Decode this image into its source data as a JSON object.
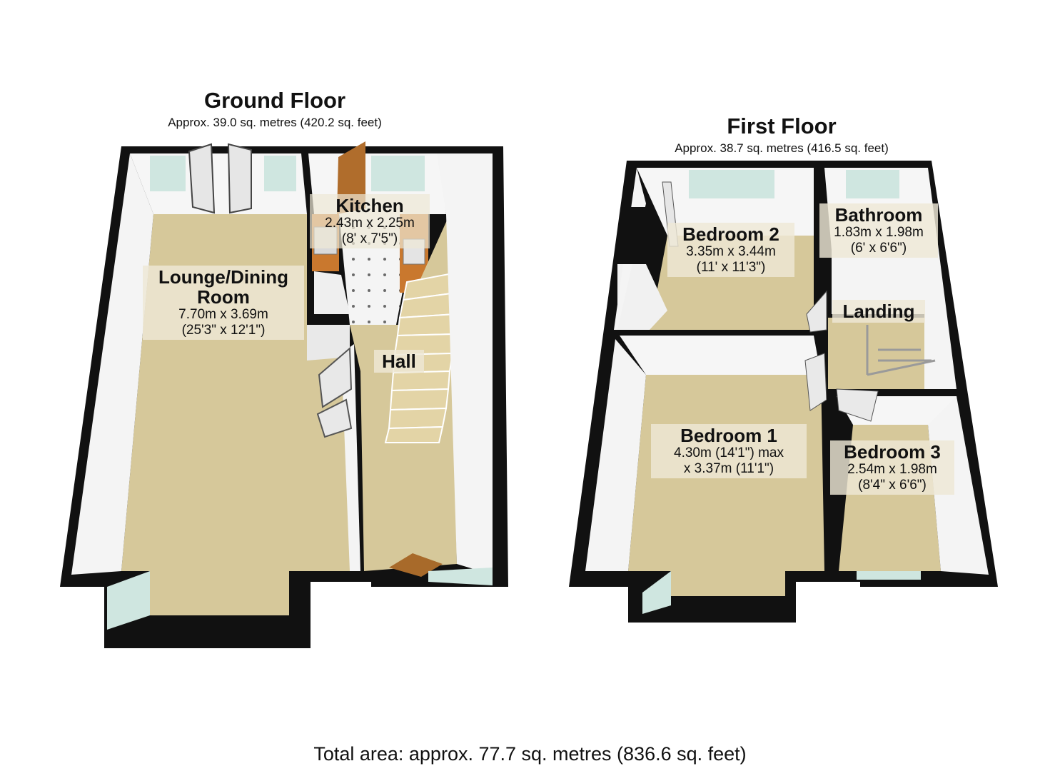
{
  "ground_floor": {
    "title": "Ground Floor",
    "area": "Approx. 39.0 sq. metres (420.2 sq. feet)",
    "rooms": [
      {
        "name": "Lounge/Dining\nRoom",
        "dims": "7.70m x 3.69m",
        "imperial": "(25'3\" x 12'1\")"
      },
      {
        "name": "Kitchen",
        "dims": "2.43m x 2.25m",
        "imperial": "(8' x 7'5\")"
      },
      {
        "name": "Hall",
        "dims": "",
        "imperial": ""
      }
    ]
  },
  "first_floor": {
    "title": "First Floor",
    "area": "Approx. 38.7 sq. metres (416.5 sq. feet)",
    "rooms": [
      {
        "name": "Bedroom 2",
        "dims": "3.35m x 3.44m",
        "imperial": "(11' x 11'3\")"
      },
      {
        "name": "Bathroom",
        "dims": "1.83m x 1.98m",
        "imperial": "(6' x 6'6\")"
      },
      {
        "name": "Landing",
        "dims": "",
        "imperial": ""
      },
      {
        "name": "Bedroom 1",
        "dims": "4.30m (14'1\") max",
        "imperial": "x 3.37m (11'1\")"
      },
      {
        "name": "Bedroom 3",
        "dims": "2.54m x 1.98m",
        "imperial": "(8'4\" x 6'6\")"
      }
    ]
  },
  "total_area": "Total area: approx. 77.7 sq. metres (836.6 sq. feet)",
  "colors": {
    "floor": "#d6c89a",
    "wall": "#111111",
    "wall_face": "#f3f3f3",
    "window": "#cfe6e0",
    "kitchen_unit": "#c9782e",
    "door": "#a86a2a",
    "stair": "#e3d4a6"
  }
}
